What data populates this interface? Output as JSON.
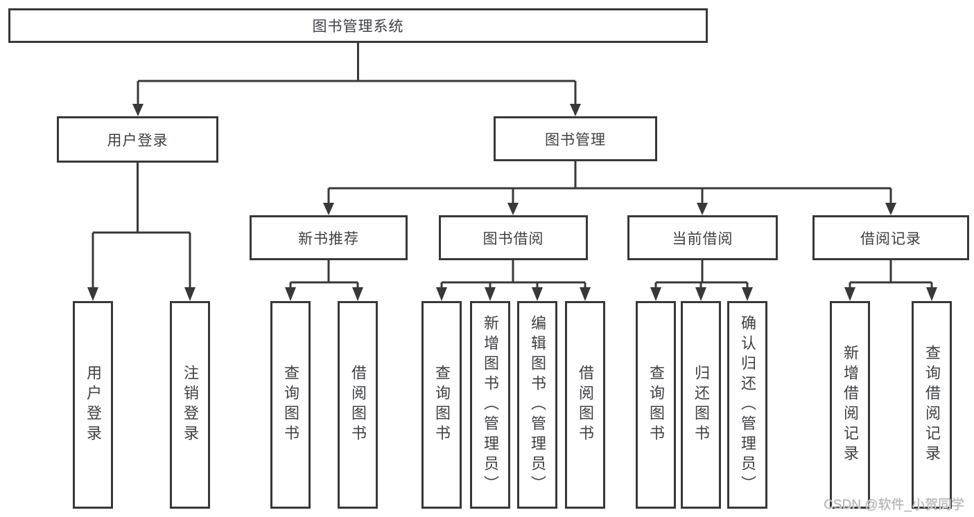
{
  "tree": {
    "root": {
      "label": "图书管理系统"
    },
    "branches": [
      {
        "label": "用户登录",
        "children": [
          {
            "label": "用户登录"
          },
          {
            "label": "注销登录"
          }
        ]
      },
      {
        "label": "图书管理",
        "children": [
          {
            "label": "新书推荐",
            "children": [
              {
                "label": "查询图书"
              },
              {
                "label": "借阅图书"
              }
            ]
          },
          {
            "label": "图书借阅",
            "children": [
              {
                "label": "查询图书"
              },
              {
                "label": "新增图书（管理员）"
              },
              {
                "label": "编辑图书（管理员）"
              },
              {
                "label": "借阅图书"
              }
            ]
          },
          {
            "label": "当前借阅",
            "children": [
              {
                "label": "查询图书"
              },
              {
                "label": "归还图书"
              },
              {
                "label": "确认归还（管理员）"
              }
            ]
          },
          {
            "label": "借阅记录",
            "children": [
              {
                "label": "新增借阅记录"
              },
              {
                "label": "查询借阅记录"
              }
            ]
          }
        ]
      }
    ]
  },
  "watermark": "CSDN @软件_小贺同学",
  "colors": {
    "line": "#38383b",
    "box_border": "#38383b",
    "text": "#3d4045",
    "watermark": "#b3b3b3",
    "background": "#ffffff"
  }
}
